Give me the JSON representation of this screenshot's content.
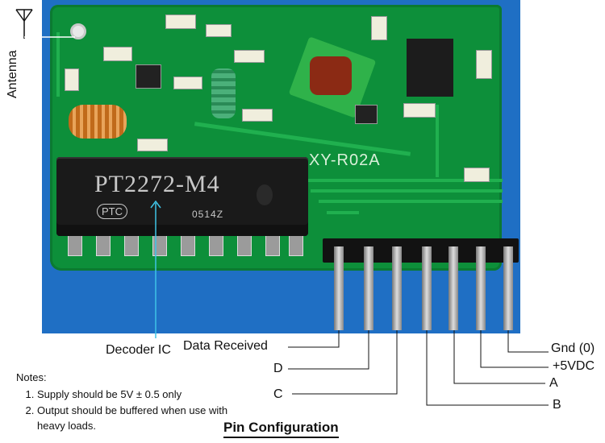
{
  "photo": {
    "board_label": "XY-R02A",
    "ic_model": "PT2272-M4",
    "ic_brand": "PTC",
    "ic_date_code": "0514Z"
  },
  "labels": {
    "antenna": "Antenna",
    "decoder_ic": "Decoder IC"
  },
  "pins": [
    {
      "label": "Data Received"
    },
    {
      "label": "D"
    },
    {
      "label": "C"
    },
    {
      "label": "B"
    },
    {
      "label": "A"
    },
    {
      "label": "+5VDC"
    },
    {
      "label": "Gnd (0)"
    }
  ],
  "notes": {
    "heading": "Notes:",
    "items": [
      "Supply should be 5V ± 0.5 only",
      "Output  should be buffered when use with heavy loads."
    ]
  },
  "title": "Pin Configuration",
  "colors": {
    "photo_background": "#1f6fc4",
    "pcb_green": "#0d8f3a",
    "ic_black": "#1a1a1a",
    "callout_line": "#111111"
  },
  "icons": {
    "antenna": "antenna-symbol-icon",
    "pointer": "arrow-up-icon"
  }
}
